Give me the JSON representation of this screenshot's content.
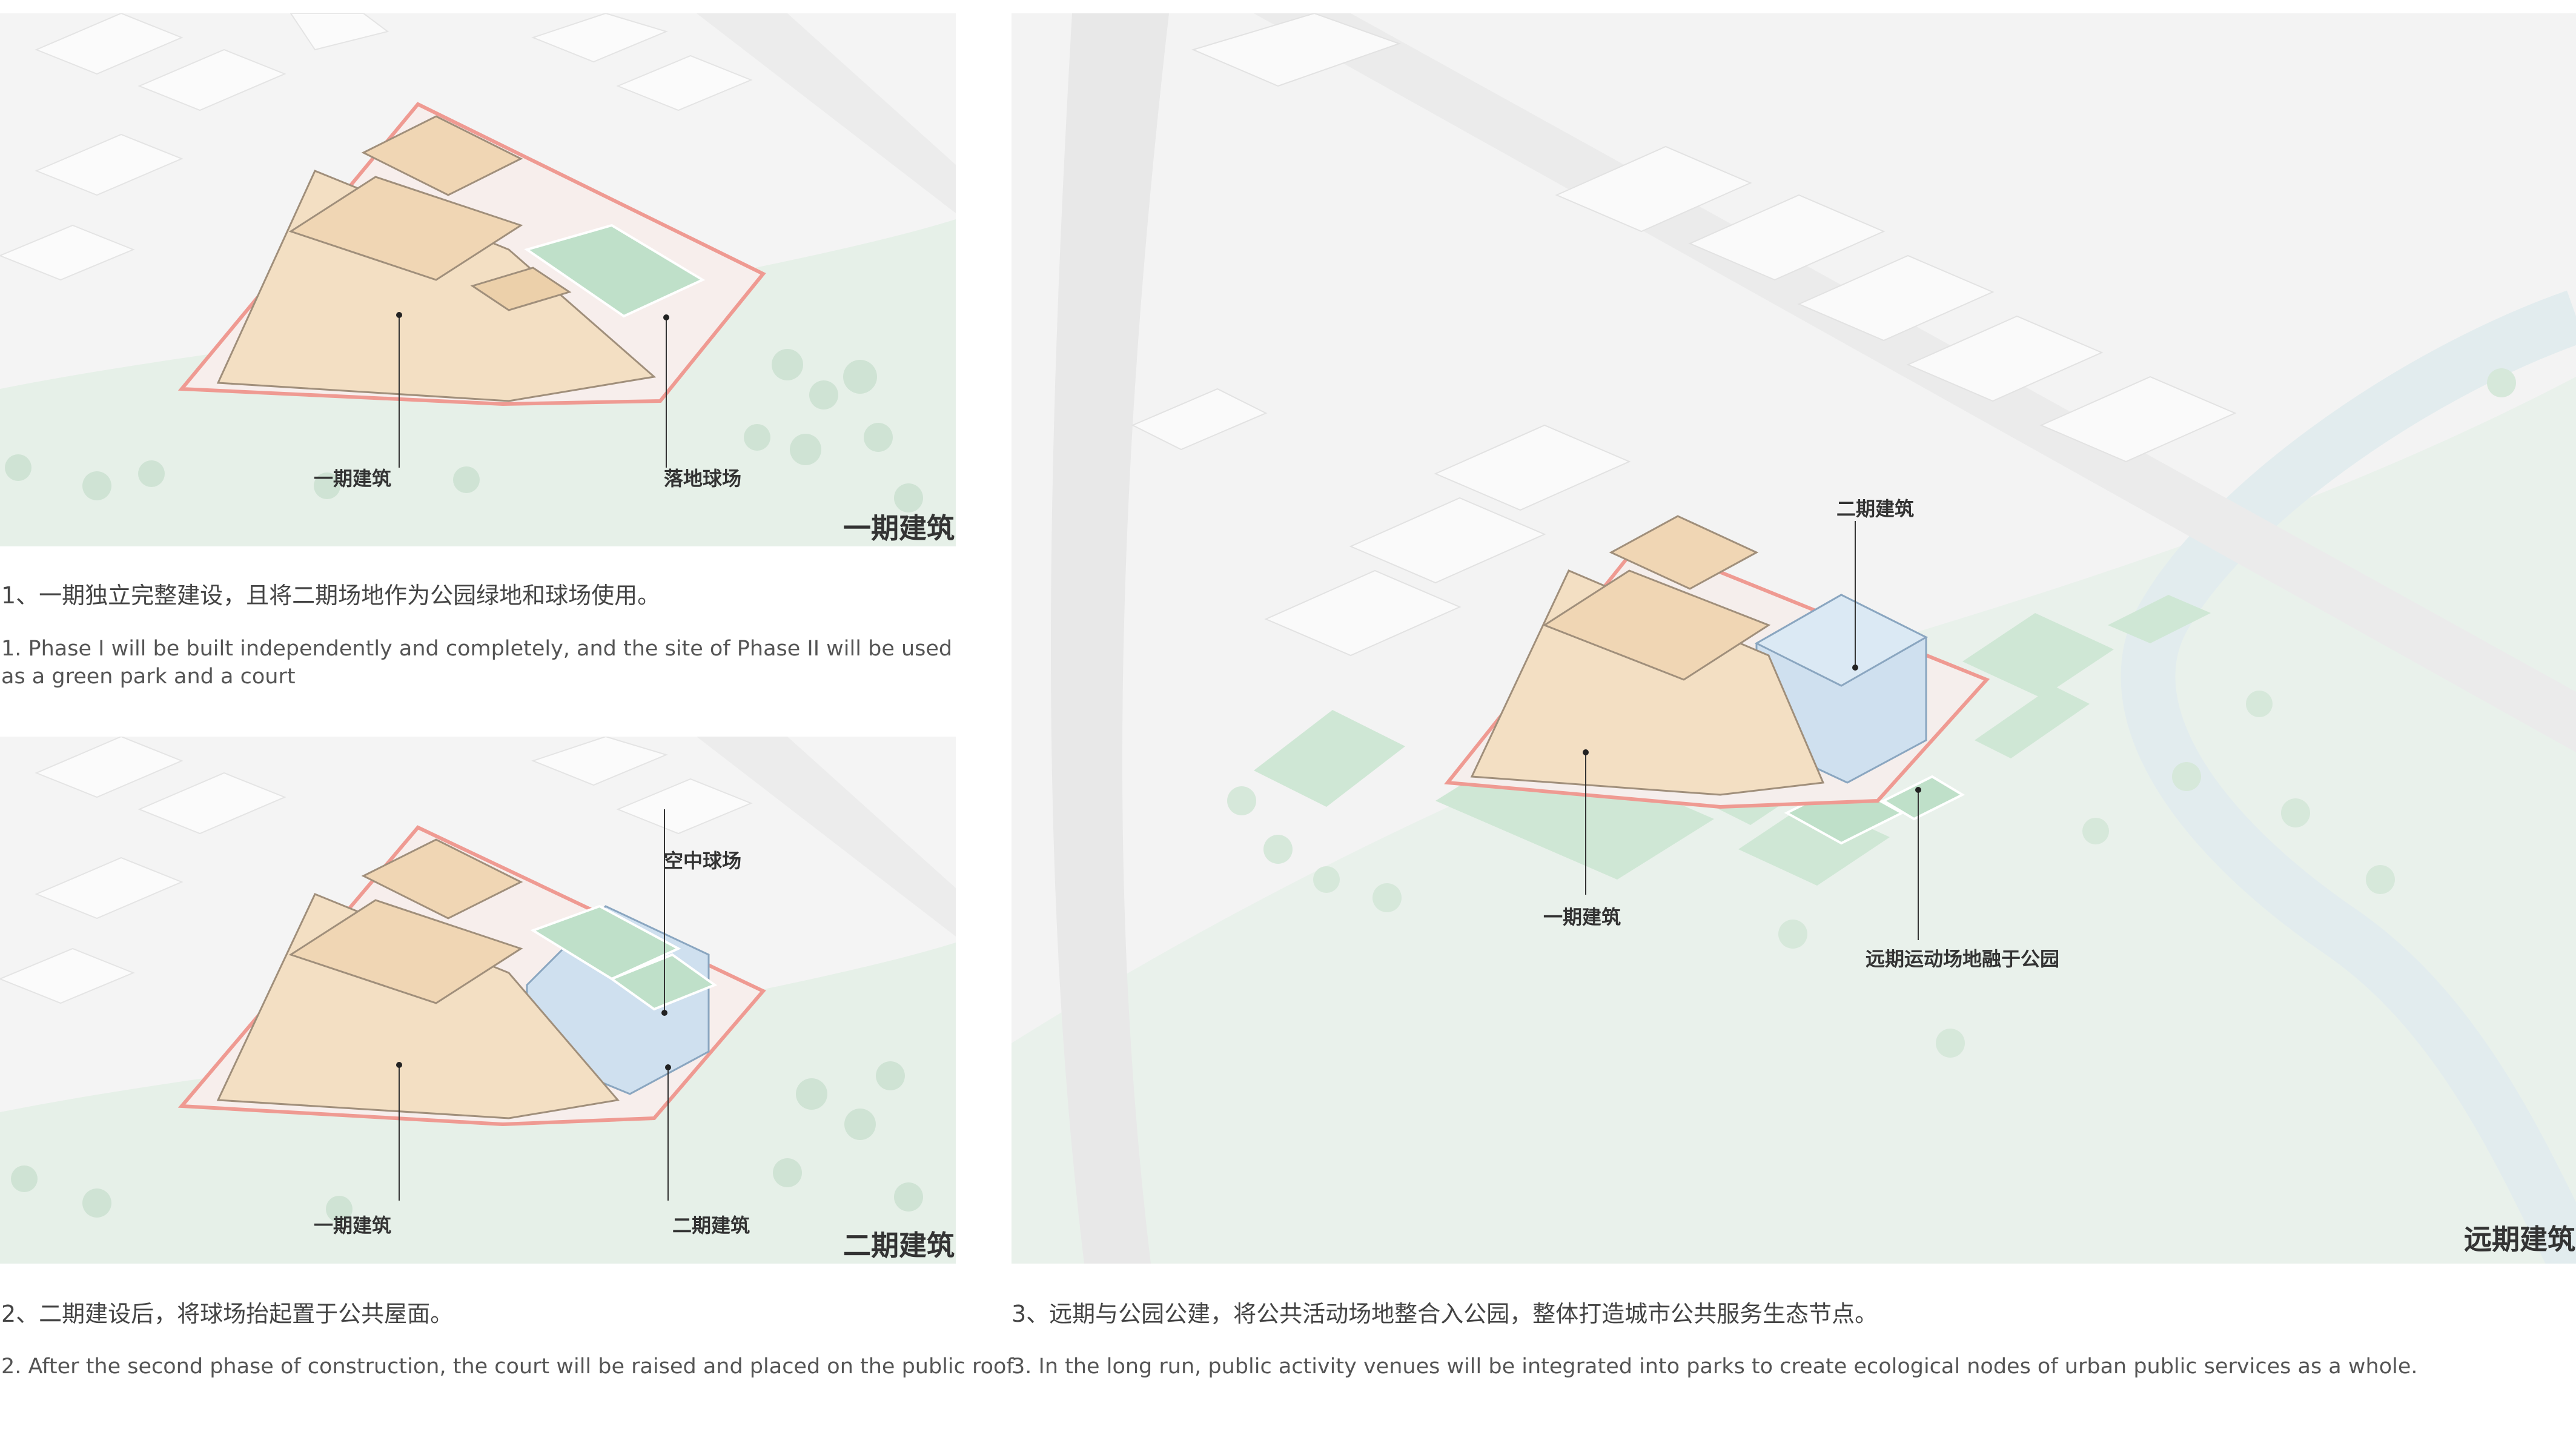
{
  "colors": {
    "phase1_building": "#f3dfc3",
    "phase2_building": "#cfe0ef",
    "court_green": "#bfe0c9",
    "park_green": "#e4efe6",
    "site_boundary": "#ef9a92",
    "context_block": "#f7f7f7"
  },
  "panel1": {
    "label_phase1": "一期建筑",
    "label_court": "落地球场",
    "stage_title": "一期建筑",
    "caption_cn": "1、一期独立完整建设，且将二期场地作为公园绿地和球场使用。",
    "caption_en": "1. Phase I will be built independently and completely, and the site of Phase II will be used as a green park and a court"
  },
  "panel2": {
    "label_sky_court": "空中球场",
    "label_phase1": "一期建筑",
    "label_phase2": "二期建筑",
    "stage_title": "二期建筑",
    "caption_cn": "2、二期建设后，将球场抬起置于公共屋面。",
    "caption_en": "2. After the second phase of construction, the court will be raised and placed on the public roof"
  },
  "panel3": {
    "label_phase2": "二期建筑",
    "label_phase1": "一期建筑",
    "label_park_sports": "远期运动场地融于公园",
    "stage_title": "远期建筑",
    "caption_cn": "3、远期与公园公建，将公共活动场地整合入公园，整体打造城市公共服务生态节点。",
    "caption_en": "3. In the long run, public activity venues will be integrated into parks to create ecological nodes of urban public services as a whole."
  }
}
